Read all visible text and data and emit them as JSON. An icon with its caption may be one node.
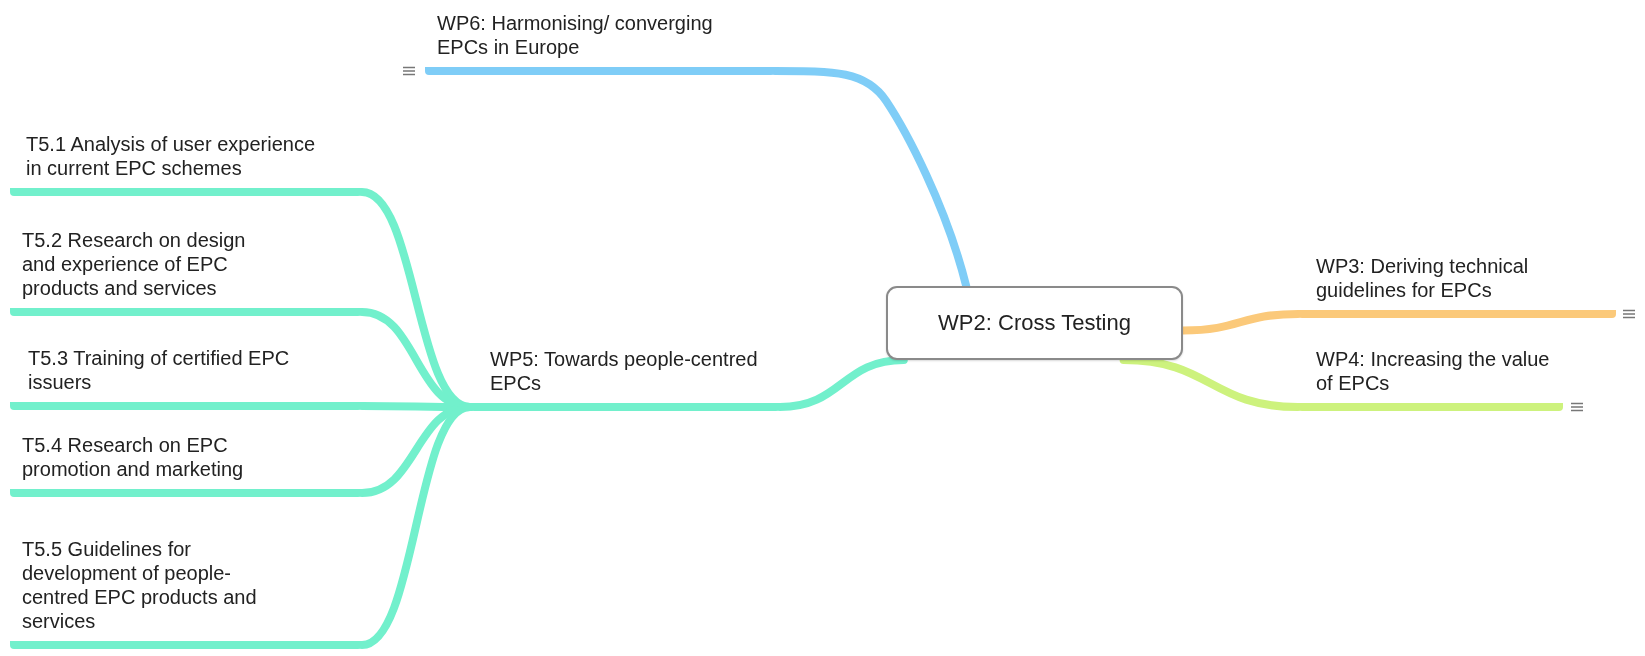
{
  "diagram": {
    "nodes": [
      {
        "text": [
          "WP2: Cross Testing"
        ]
      },
      {
        "text": [
          "WP6: Harmonising/ converging EPCs in Europe"
        ]
      },
      {
        "text": [
          "WP3: Deriving technical guidelines for EPCs"
        ]
      },
      {
        "text": [
          "WP4: Increasing the value of EPCs"
        ]
      },
      {
        "text": [
          "WP5: Towards people-centred EPCs"
        ]
      },
      {
        "text": [
          "T5.1 Analysis of user experience in current EPC schemes"
        ]
      },
      {
        "text": [
          "T5.2 Research on design and experience of EPC products and services"
        ]
      },
      {
        "text": [
          "T5.3 Training of certified EPC issuers"
        ]
      },
      {
        "text": [
          "T5.4 Research on EPC promotion and marketing"
        ]
      },
      {
        "text": [
          "T5.5 Guidelines for development of people-centred EPC products and services"
        ]
      }
    ],
    "edges": [
      {
        "from": 0,
        "to": 1,
        "arrow": "none",
        "color": "#7fcdf7"
      },
      {
        "from": 0,
        "to": 2,
        "arrow": "none",
        "color": "#fbc97a"
      },
      {
        "from": 0,
        "to": 3,
        "arrow": "none",
        "color": "#cdf27d"
      },
      {
        "from": 0,
        "to": 4,
        "arrow": "none"
      },
      {
        "from": 4,
        "to": 5,
        "arrow": "none"
      },
      {
        "from": 4,
        "to": 6,
        "arrow": "none"
      },
      {
        "from": 4,
        "to": 7,
        "arrow": "none"
      },
      {
        "from": 4,
        "to": 8,
        "arrow": "none"
      },
      {
        "from": 4,
        "to": 9,
        "arrow": "none"
      }
    ]
  }
}
